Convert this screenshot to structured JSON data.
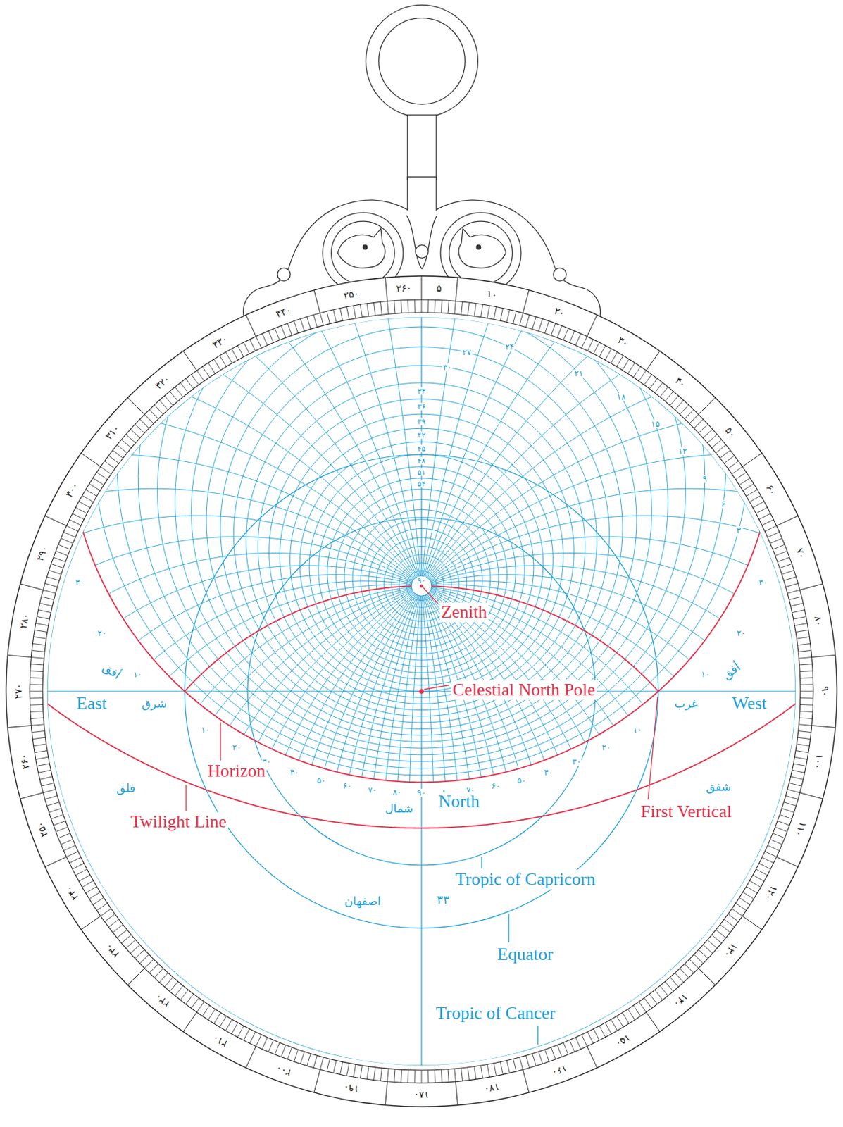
{
  "diagram": {
    "labels": [
      "۵",
      "۱۰",
      "۲۰",
      "۳۰",
      "۴۰",
      "۵۰",
      "۶۰",
      "۷۰",
      "۸۰",
      "۹۰",
      "۱۰۰",
      "۱۱۰",
      "۱۲۰",
      "۱۳۰",
      "۱۴۰",
      "۱۵۰",
      "۱۶۰",
      "۱۷۰",
      "۱۸۰",
      "۱۹۰",
      "۲۰۰",
      "۲۱۰",
      "۲۲۰",
      "۲۳۰",
      "۲۴۰",
      "۲۵۰",
      "۲۶۰",
      "۲۷۰",
      "۲۸۰",
      "۲۹۰",
      "۳۰۰",
      "۳۱۰",
      "۳۲۰",
      "۳۳۰",
      "۳۴۰",
      "۳۵۰",
      "۳۶۰",
      "۳۳",
      "۳۶",
      "۳۹",
      "۴۲",
      "۴۵",
      "۴۸",
      "۵۱",
      "۵۴",
      "۹۰",
      "۳۰",
      "۲۷",
      "۲۴",
      "۲۱",
      "۱۸",
      "۱۵",
      "۱۲",
      "۹",
      "۶",
      "۳",
      "۱۰",
      "۲۰",
      "۳۰",
      "۴۰",
      "۵۰",
      "۶۰",
      "۷۰",
      "۸۰",
      "۹۰",
      "۸۰",
      "۷۰",
      "۶۰",
      "۵۰",
      "۴۰",
      "۳۰",
      "۲۰",
      "۱۰",
      "۱۰",
      "۲۰",
      "۳۰",
      "۱۰",
      "۲۰",
      "۳۰",
      "Zenith",
      "Celestial North Pole",
      "East",
      "شرق",
      "أفق",
      "West",
      "غرب",
      "أفق",
      "Horizon",
      "First Vertical",
      "North",
      "شمال",
      "فلق",
      "شفق",
      "Twilight Line",
      "Tropic of Capricorn",
      "اصفهان",
      "۳۳",
      "Equator",
      "Tropic of Cancer"
    ]
  }
}
